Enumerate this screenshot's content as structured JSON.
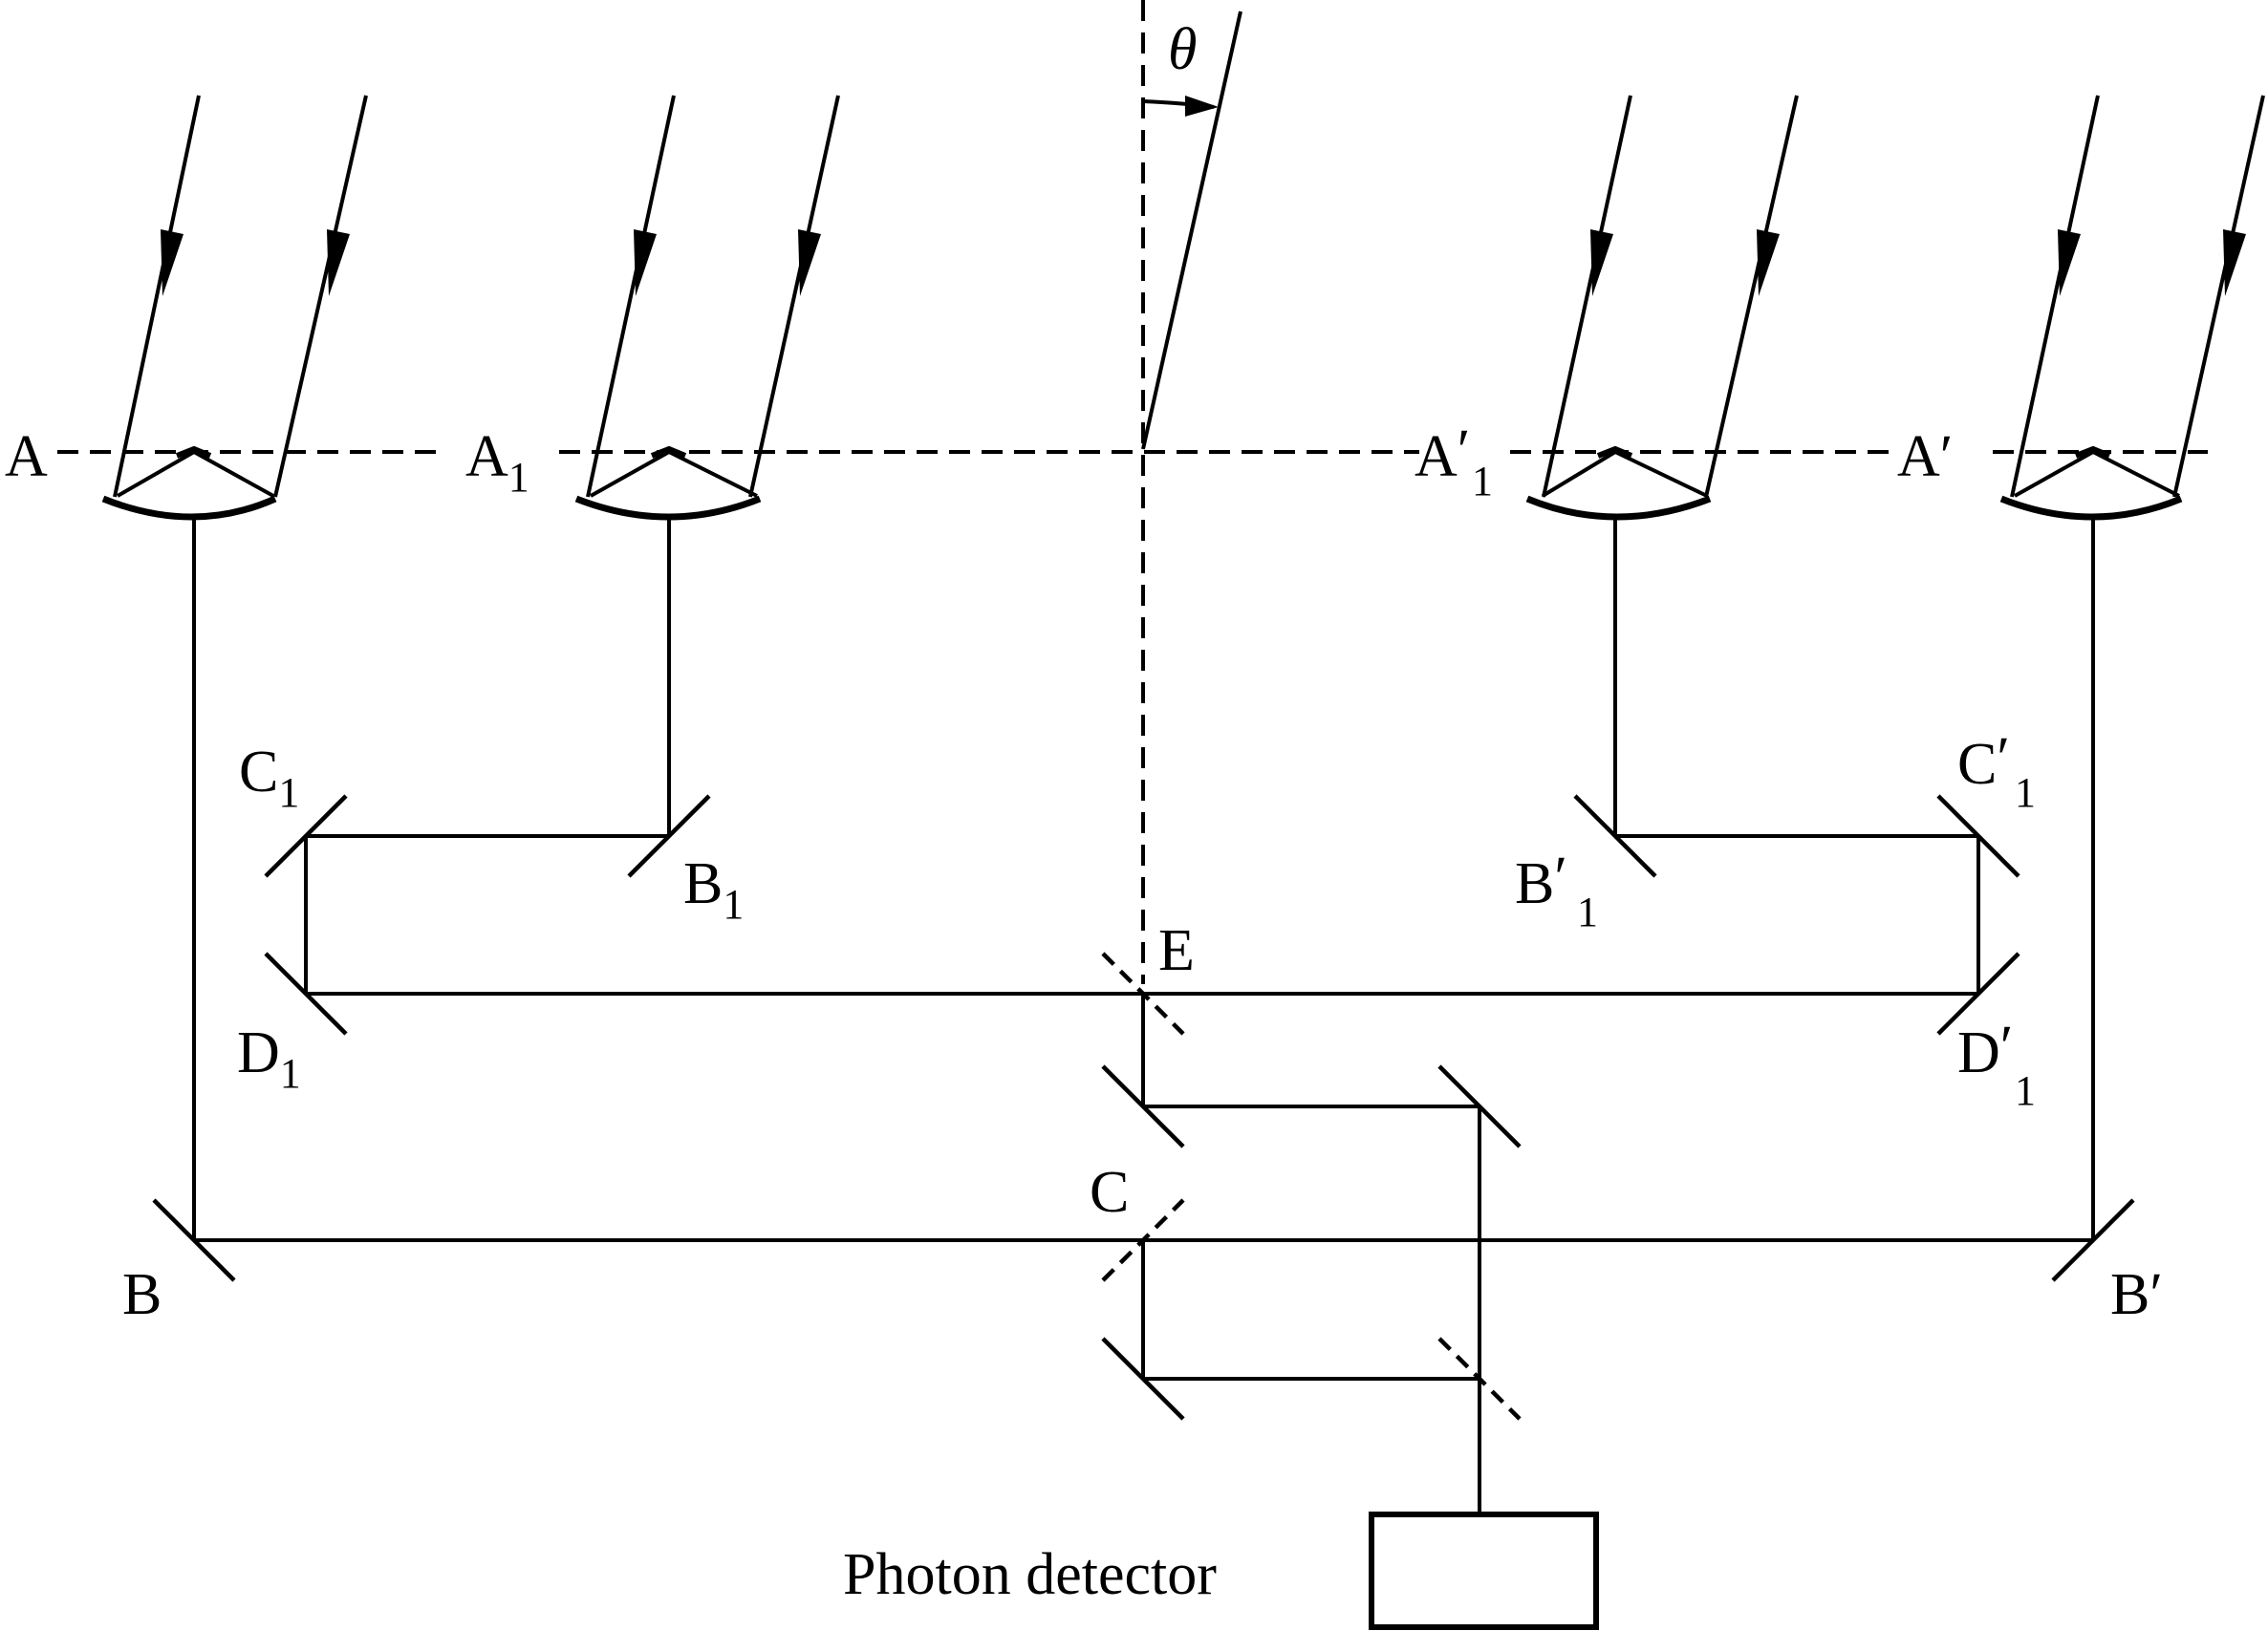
{
  "labels": {
    "A": "A",
    "A1": {
      "base": "A",
      "sub": "1"
    },
    "A1p": {
      "base": "A",
      "prime": "′",
      "sub": "1"
    },
    "Ap": "A′",
    "theta": "θ",
    "C1": {
      "base": "C",
      "sub": "1"
    },
    "B1": {
      "base": "B",
      "sub": "1"
    },
    "B1p": {
      "base": "B",
      "prime": "′",
      "sub": "1"
    },
    "C1p": {
      "base": "C",
      "prime": "′",
      "sub": "1"
    },
    "E": "E",
    "D1": {
      "base": "D",
      "sub": "1"
    },
    "D1p": {
      "base": "D",
      "prime": "′",
      "sub": "1"
    },
    "C": "C",
    "B": "B",
    "Bp": "B′",
    "detector": "Photon detector"
  }
}
